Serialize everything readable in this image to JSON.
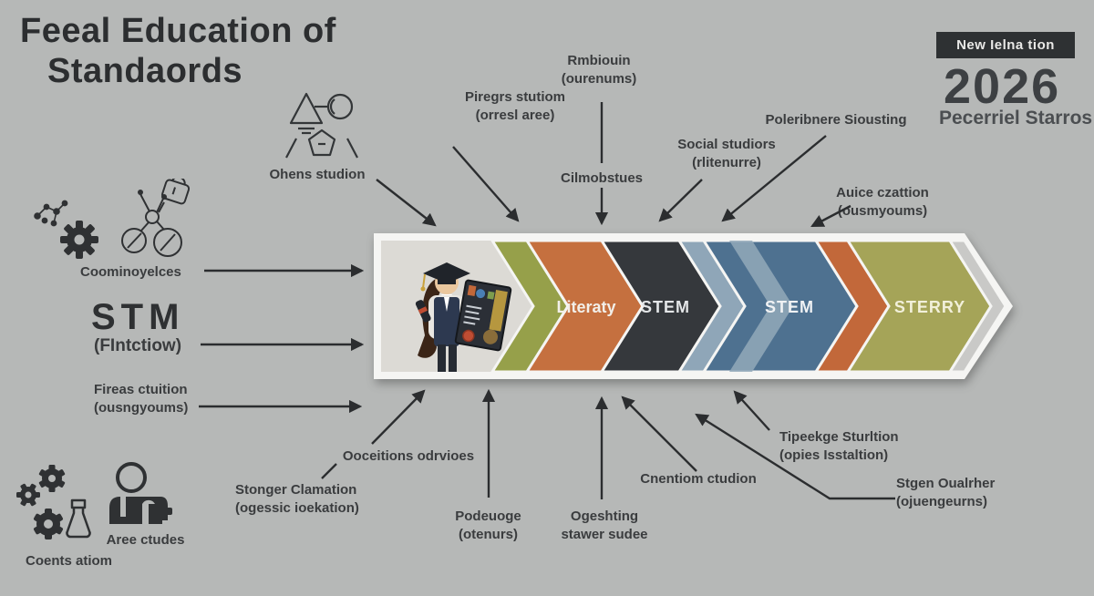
{
  "title": {
    "line1": "Feeal Education of",
    "line2": "Standaords"
  },
  "badge": {
    "label": "New Ielna tion",
    "year": "2026",
    "subtitle": "Pecerriel Starros"
  },
  "banner": {
    "illustration": "graduate-with-diploma-and-infographic-board",
    "segments": [
      {
        "label": "Literaty",
        "color": "#c5703f"
      },
      {
        "label": "STEM",
        "color": "#35383c"
      },
      {
        "label": "STEM",
        "color": "#4e7190"
      },
      {
        "label": "STERRY",
        "color": "#a5a458"
      }
    ]
  },
  "callouts": {
    "piregrs": [
      "Piregrs stutiom",
      "(orresl aree)"
    ],
    "ohens": [
      "Ohens studion"
    ],
    "rmbiouin": [
      "Rmbiouin",
      "(ourenums)"
    ],
    "cilmobstues": [
      "Cilmobstues"
    ],
    "social": [
      "Social studiors",
      "(rlitenurre)"
    ],
    "poleribnere": [
      "Poleribnere Siousting"
    ],
    "auice": [
      "Auice czattion",
      "(ousmyoums)"
    ],
    "coominoyelces": [
      "Coominoyelces"
    ],
    "stm": [
      "STM",
      "(FIntctiow)"
    ],
    "fireas": [
      "Fireas ctuition",
      "(ousngyoums)"
    ],
    "ooceitions": [
      "Ooceitions odrvioes"
    ],
    "stonger": [
      "Stonger Clamation",
      "(ogessic ioekation)"
    ],
    "podeuoge": [
      "Podeuoge",
      "(otenurs)"
    ],
    "ogeshting": [
      "Ogeshting",
      "stawer sudee"
    ],
    "cnentiom": [
      "Cnentiom ctudion"
    ],
    "tipeekge": [
      "Tipeekge Sturltion",
      "(opies Isstaltion)"
    ],
    "stgen": [
      "Stgen Oualrher",
      "(ojuengeurns)"
    ],
    "aree": [
      "Aree ctudes"
    ],
    "coents": [
      "Coents atiom"
    ]
  },
  "icons": {
    "top_left": [
      "molecule-icon",
      "gear-icon",
      "science-tools-icon"
    ],
    "ohens": "shapes-lab-icon",
    "bottom_left": [
      "gears-flask-icon",
      "student-book-icon"
    ]
  },
  "colors": {
    "background": "#b6b8b7",
    "text": "#3a3c3e",
    "arrow": "#2b2d2f",
    "frame": "#f5f5f3",
    "olive": "#96a04a",
    "orange": "#c5703f",
    "dark": "#35383c",
    "blue": "#4e7190",
    "light_blue": "#8fa6b8",
    "olive_light": "#a5a458",
    "badge_bg": "#2e3133"
  }
}
